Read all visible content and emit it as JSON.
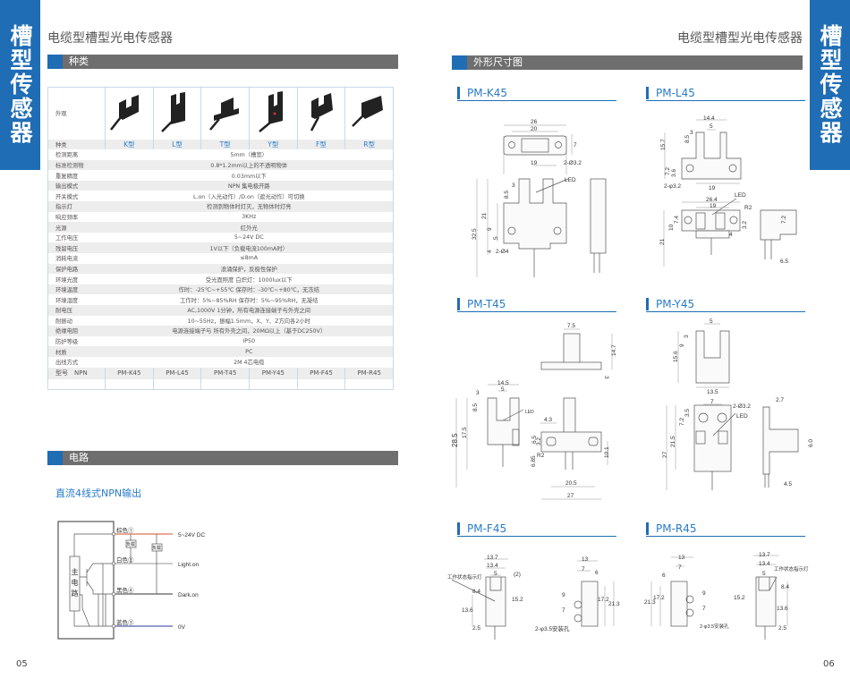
{
  "left_page": {
    "side_tab": "槽型传感器",
    "title": "电缆型槽型光电传感器",
    "section_types": "种类",
    "section_circuit": "电路",
    "page_number": "05",
    "table": {
      "appearance_label": "外观",
      "type_label": "种类",
      "types": [
        "K型",
        "L型",
        "T型",
        "Y型",
        "F型",
        "R型"
      ],
      "rows": [
        {
          "label": "检测距离",
          "value": "5mm（槽宽）"
        },
        {
          "label": "标准检测物",
          "value": "0.8*1.2mm以上的不透明物体"
        },
        {
          "label": "重复精度",
          "value": "0.03mm以下"
        },
        {
          "label": "输出模式",
          "value": "NPN 集电极开路"
        },
        {
          "label": "开关模式",
          "value": "L.on（入光动作）/D.on（遮光动作）可切换"
        },
        {
          "label": "指示灯",
          "value": "检测到物体时灯灭，无物体时灯亮"
        },
        {
          "label": "响应频率",
          "value": "3KHz"
        },
        {
          "label": "光源",
          "value": "红外光"
        },
        {
          "label": "工作电压",
          "value": "5~24V DC"
        },
        {
          "label": "残留电压",
          "value": "1V以下（负载电流100mA时）"
        },
        {
          "label": "消耗电流",
          "value": "≤8mA"
        },
        {
          "label": "保护电路",
          "value": "浪涌保护，反极性保护"
        },
        {
          "label": "环境光度",
          "value": "受光面照度 白炽灯：1000lux以下"
        },
        {
          "label": "环境温度",
          "value": "作时：-25℃~+55℃  保存时：-30℃~+80℃，无冻结"
        },
        {
          "label": "环境湿度",
          "value": "工作时：5%~85%RH  保存时：5%~95%RH，无凝结"
        },
        {
          "label": "耐电压",
          "value": "AC,1000V 1分钟，所有电源连接端子与外壳之间"
        },
        {
          "label": "耐振动",
          "value": "10~55Hz，振幅1.5mm，X、Y、Z方向各2小时"
        },
        {
          "label": "绝缘电阻",
          "value": "电源连接端子与 所有外壳之间，20MΩ以上（基于DC250V）"
        },
        {
          "label": "防护等级",
          "value": "IP50"
        },
        {
          "label": "材质",
          "value": "PC"
        },
        {
          "label": "出线方式",
          "value": "2M 4芯电缆"
        }
      ],
      "model_label": "型号　NPN",
      "models": [
        "PM-K45",
        "PM-L45",
        "PM-T45",
        "PM-Y45",
        "PM-F45",
        "PM-R45"
      ]
    },
    "circuit": {
      "subtitle": "直流4线式NPN输出",
      "main_circuit": "主电路",
      "wires": [
        "棕色①",
        "白色②",
        "黑色④",
        "蓝色③"
      ],
      "outputs": [
        "5~24V DC",
        "Light.on",
        "Dark.on",
        "0V"
      ],
      "load": "负载",
      "colors": {
        "brown": "#d0502a",
        "blue": "#2a3a9a",
        "white": "#9a9a9a",
        "black": "#333333"
      }
    }
  },
  "right_page": {
    "side_tab": "槽型传感器",
    "title": "电缆型槽型光电传感器",
    "section_dimensions": "外形尺寸图",
    "page_number": "06",
    "drawings": {
      "k45": {
        "name": "PM-K45",
        "labels": [
          "26",
          "20",
          "7",
          "2-Ø3.2",
          "19",
          "LED",
          "3",
          "8.5",
          "21",
          "9",
          "5",
          "32.5",
          "4",
          "2-Ø4"
        ]
      },
      "l45": {
        "name": "PM-L45",
        "labels": [
          "14.4",
          "5",
          "3",
          "8.5",
          "15.7",
          "7.2",
          "3.6",
          "2-φ3.2",
          "19",
          "LED",
          "26.4",
          "19",
          "R2",
          "7.4",
          "10",
          "3.2",
          "4",
          "21",
          "7.2",
          "6.5"
        ]
      },
      "t45": {
        "name": "PM-T45",
        "labels": [
          "7.5",
          "14.7",
          "3",
          "14.5",
          "5",
          "3",
          "8.5",
          "17.5",
          "28.5",
          "LED",
          "4.3",
          "6.5",
          "3.2",
          "R2",
          "6.85",
          "10.1",
          "20.5",
          "27"
        ]
      },
      "y45": {
        "name": "PM-Y45",
        "labels": [
          "5",
          "3",
          "9",
          "15.6",
          "13.5",
          "7",
          "2-Ø3.2",
          "LED",
          "3.5",
          "7.2",
          "21.5",
          "27",
          "2.7",
          "6.0",
          "4.5"
        ]
      },
      "f45": {
        "name": "PM-F45",
        "labels": [
          "13.7",
          "13.4",
          "5",
          "(2)",
          "工作状态指示灯",
          "8.4",
          "15.2",
          "13.6",
          "2.5",
          "13",
          "7",
          "6",
          "9",
          "17.2",
          "21.3",
          "7",
          "2-φ3.5安装孔"
        ]
      },
      "r45": {
        "name": "PM-R45",
        "labels": [
          "13",
          "7",
          "6",
          "21.3",
          "17.2",
          "9",
          "7",
          "2-φ3.5安装孔",
          "13.7",
          "13.4",
          "5",
          "工作状态指示灯",
          "8.4",
          "15.2",
          "13.6",
          "2.5"
        ]
      }
    }
  }
}
